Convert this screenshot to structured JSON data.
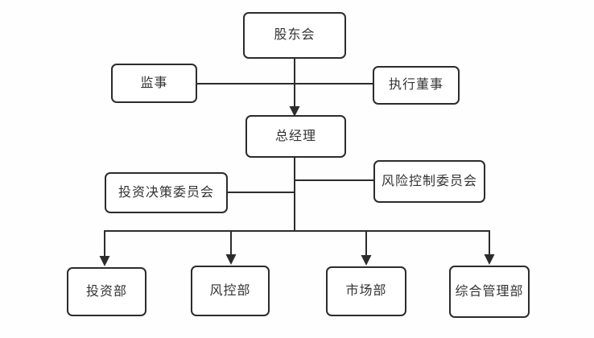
{
  "diagram": {
    "type": "org-chart",
    "nodes": {
      "shareholders_meeting": "股东会",
      "supervisor": "监事",
      "executive_director": "执行董事",
      "general_manager": "总经理",
      "investment_decision_committee": "投资决策委员会",
      "risk_control_committee": "风险控制委员会",
      "investment_dept": "投资部",
      "risk_control_dept": "风控部",
      "market_dept": "市场部",
      "general_management_dept": "综合管理部"
    },
    "edges": [
      {
        "from": "股东会",
        "to": "总经理",
        "style": "arrow-down"
      },
      {
        "from": "监事",
        "to": "股东会-总经理连线",
        "style": "plain-line"
      },
      {
        "from": "执行董事",
        "to": "股东会-总经理连线",
        "style": "plain-line"
      },
      {
        "from": "总经理",
        "to": "投资决策委员会",
        "style": "plain-line"
      },
      {
        "from": "总经理",
        "to": "风险控制委员会",
        "style": "plain-line"
      },
      {
        "from": "总经理",
        "to": "投资部",
        "style": "arrow-down"
      },
      {
        "from": "总经理",
        "to": "风控部",
        "style": "arrow-down"
      },
      {
        "from": "总经理",
        "to": "市场部",
        "style": "arrow-down"
      },
      {
        "from": "总经理",
        "to": "综合管理部",
        "style": "arrow-down"
      }
    ],
    "colors": {
      "background": "#fefefe",
      "box_fill": "#ffffff",
      "box_border": "#2c2c2c",
      "line": "#2c2c2c",
      "text": "#333333"
    }
  }
}
